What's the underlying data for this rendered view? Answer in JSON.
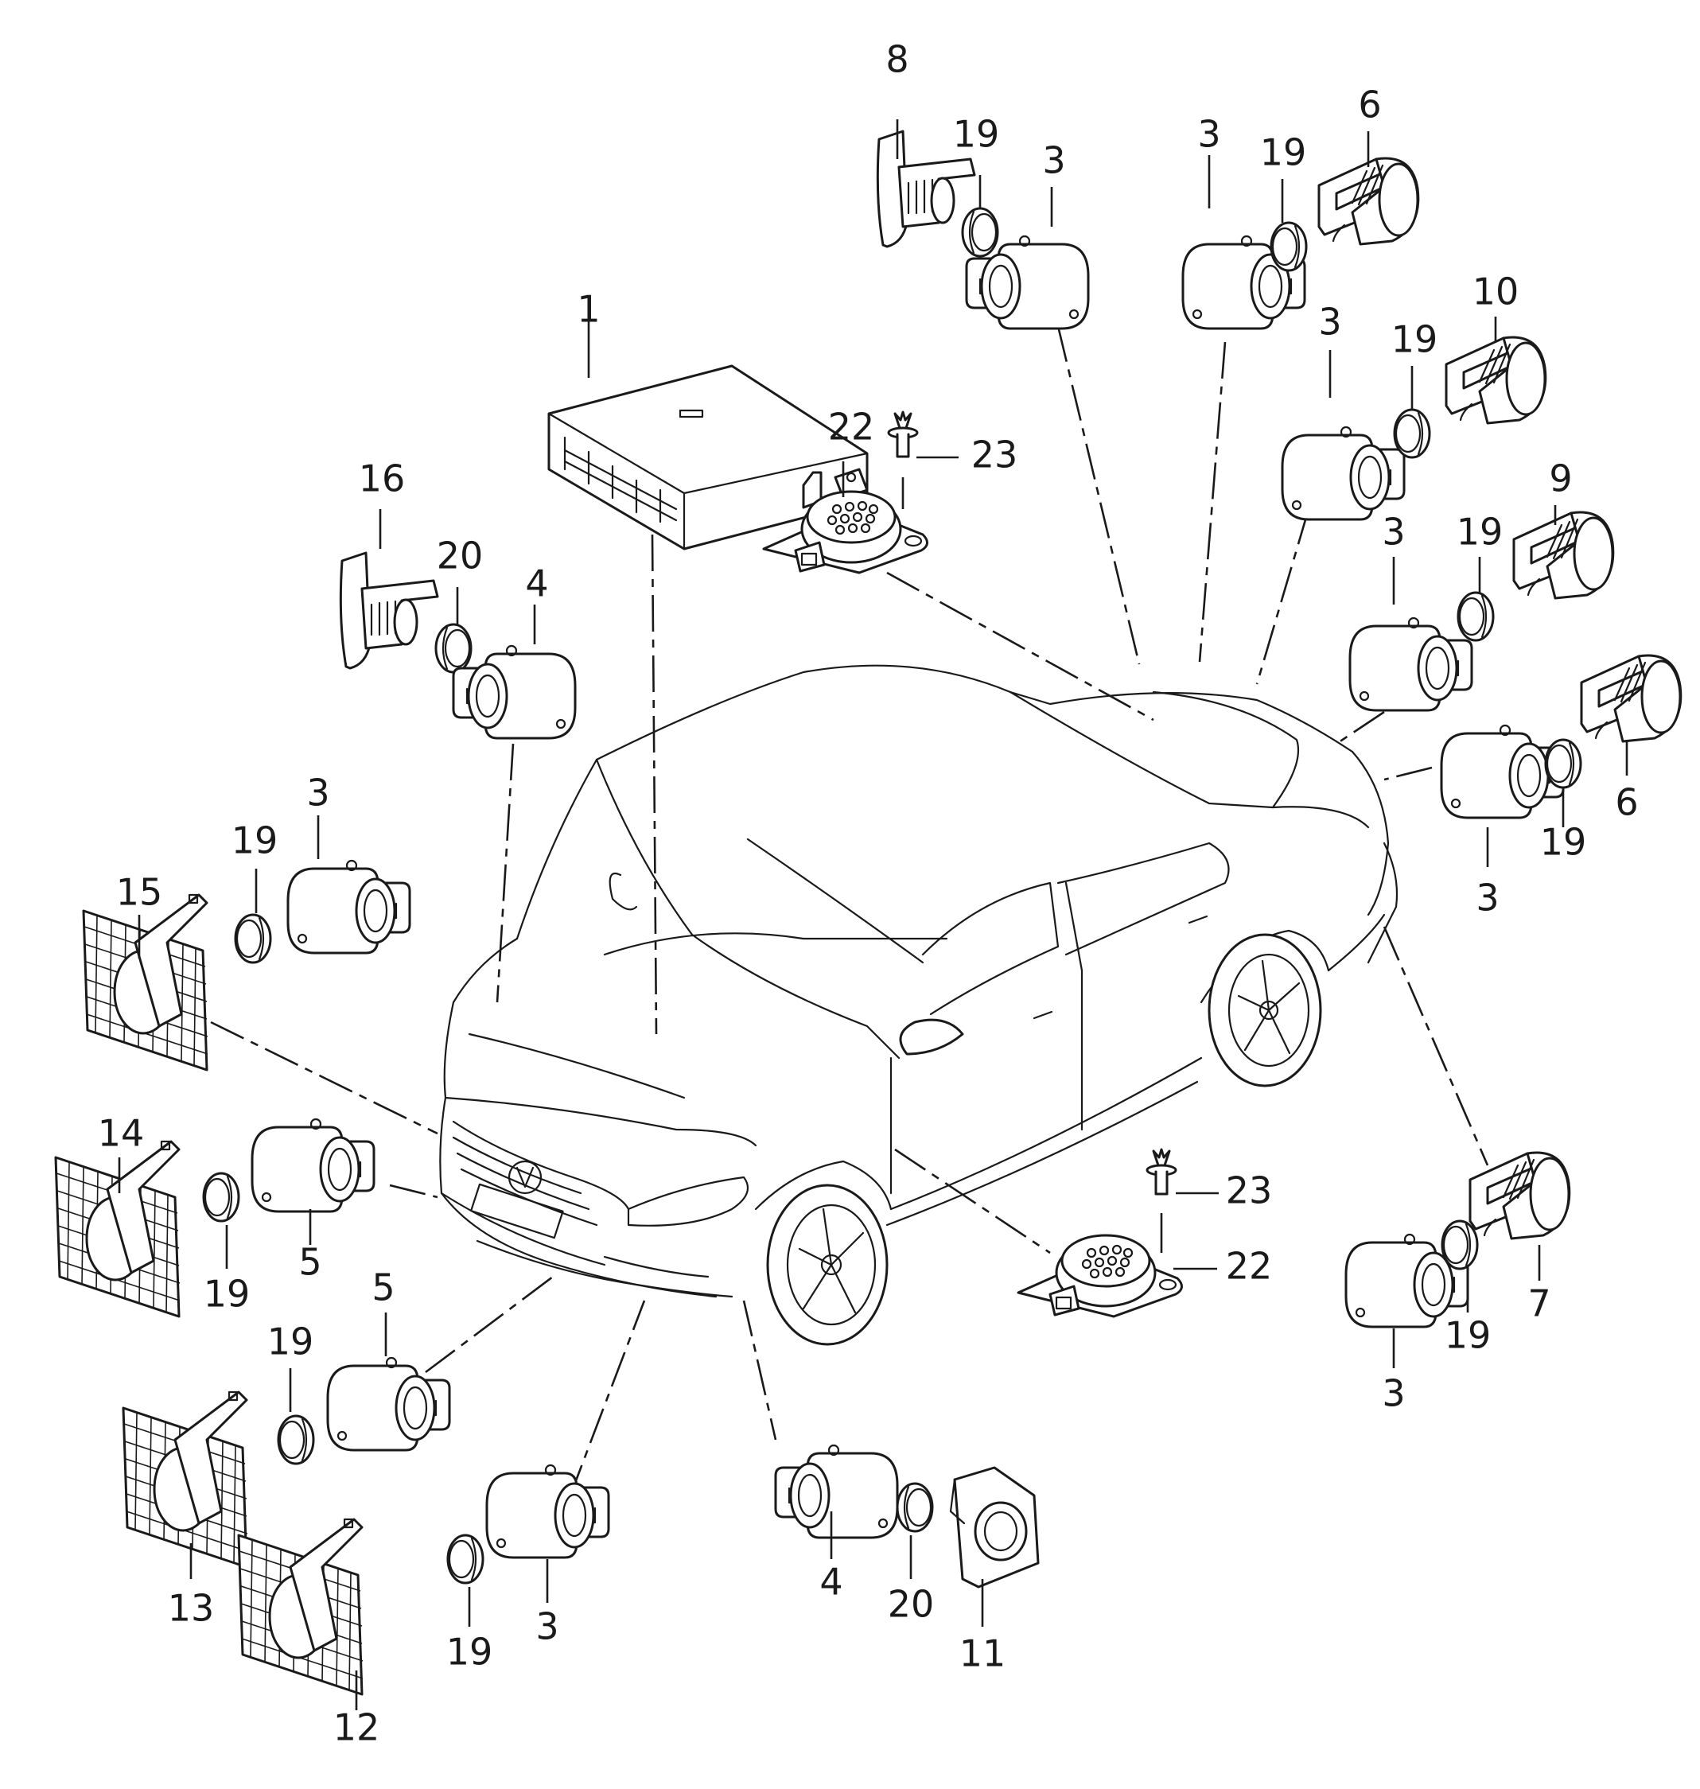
{
  "labels": {
    "c1": "1",
    "c8": "8",
    "c19a": "19",
    "c3a": "3",
    "c3b": "3",
    "c19b": "19",
    "c6a": "6",
    "c3c": "3",
    "c19c": "19",
    "c10": "10",
    "c22a": "22",
    "c23a": "23",
    "c16": "16",
    "c20a": "20",
    "c4a": "4",
    "c3d": "3",
    "c19d": "19",
    "c9": "9",
    "c6b": "6",
    "c19e": "19",
    "c3e": "3",
    "c3f": "3",
    "c19f": "19",
    "c15": "15",
    "c14": "14",
    "c19g": "19",
    "c5a": "5",
    "c5b": "5",
    "c19h": "19",
    "c13": "13",
    "c12": "12",
    "c19i": "19",
    "c3g": "3",
    "c4b": "4",
    "c20b": "20",
    "c11": "11",
    "c23b": "23",
    "c22b": "22",
    "c7": "7",
    "c19j": "19",
    "c3h": "3"
  },
  "icons": {
    "vehicle": "car-outline",
    "control_unit": "control-unit-box",
    "sensor": "parking-sensor",
    "seal_ring": "seal-ring",
    "holder": "sensor-holder",
    "grille_holder": "grille-sensor-holder",
    "warning_buzzer": "warning-buzzer",
    "rivet": "expanding-rivet"
  }
}
